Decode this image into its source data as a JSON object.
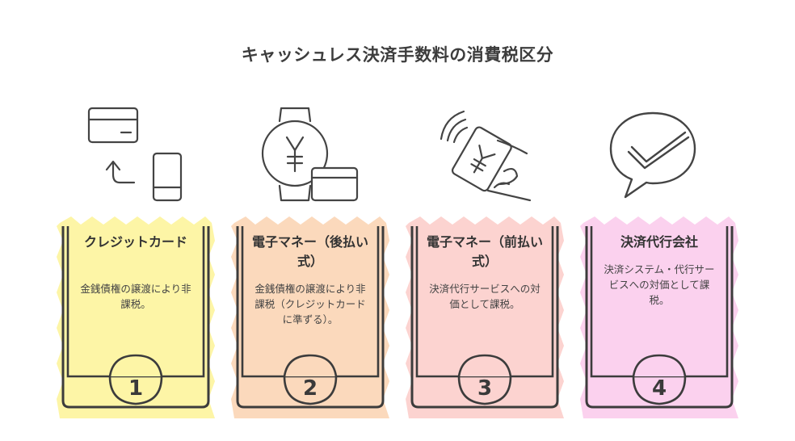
{
  "title": "キャッシュレス決済手数料の消費税区分",
  "cards": [
    {
      "title": "クレジットカード",
      "body": "金銭債権の譲渡により非課税。",
      "number": "1",
      "color": "#fdf5a6",
      "icon": "card-to-phone-icon"
    },
    {
      "title": "電子マネー（後払い式）",
      "body": "金銭債権の譲渡により非課税（クレジットカードに準ずる）。",
      "number": "2",
      "color": "#fbd9bc",
      "icon": "smartwatch-card-icon"
    },
    {
      "title": "電子マネー（前払い式）",
      "body": "決済代行サービスへの対価として課税。",
      "number": "3",
      "color": "#fcd3d0",
      "icon": "contactless-card-icon"
    },
    {
      "title": "決済代行会社",
      "body": "決済システム・代行サービスへの対価として課税。",
      "number": "4",
      "color": "#fbd1ee",
      "icon": "checkmark-speech-bubble-icon"
    }
  ]
}
